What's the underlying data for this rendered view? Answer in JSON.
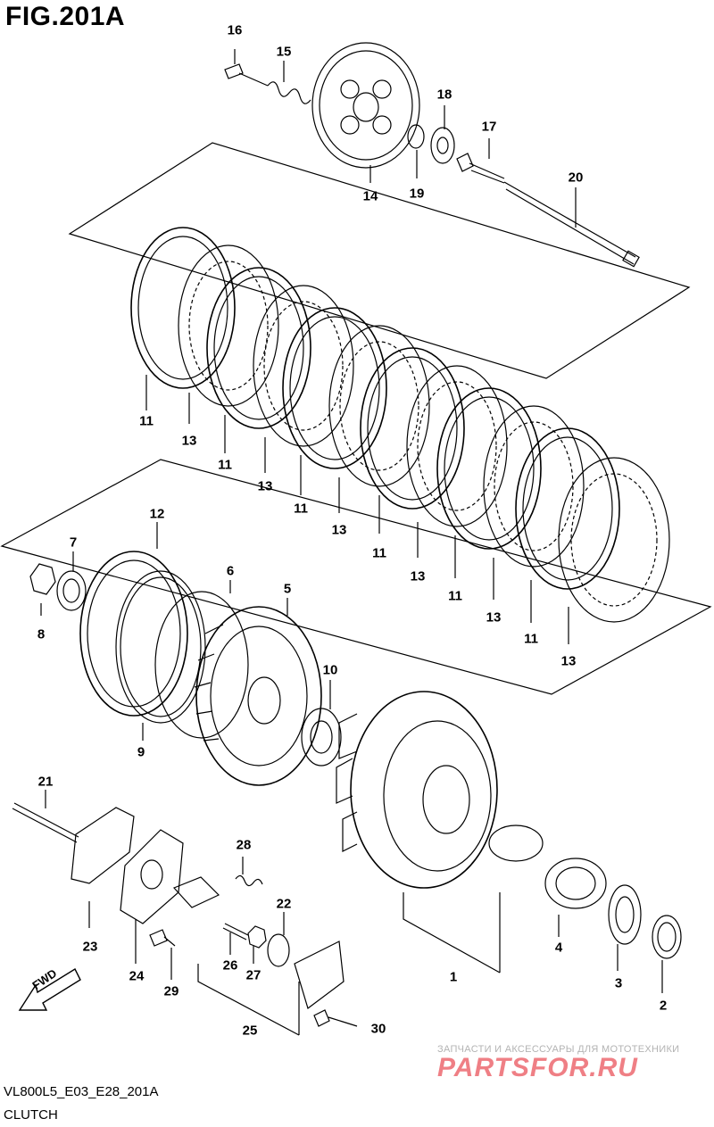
{
  "figure": {
    "title": "FIG.201A",
    "model_code": "VL800L5_E03_E28_201A",
    "section": "CLUTCH"
  },
  "direction_label": "FWD",
  "watermark": {
    "tagline": "ЗАПЧАСТИ И АКСЕССУАРЫ ДЛЯ МОТОТЕХНИКИ",
    "logo": "PARTSFOR.RU"
  },
  "callouts": [
    "16",
    "15",
    "14",
    "19",
    "18",
    "17",
    "20",
    "11",
    "13",
    "11",
    "13",
    "11",
    "13",
    "11",
    "13",
    "11",
    "13",
    "11",
    "13",
    "12",
    "7",
    "8",
    "6",
    "5",
    "9",
    "10",
    "21",
    "28",
    "22",
    "23",
    "24",
    "29",
    "26",
    "27",
    "25",
    "30",
    "1",
    "4",
    "3",
    "2"
  ]
}
